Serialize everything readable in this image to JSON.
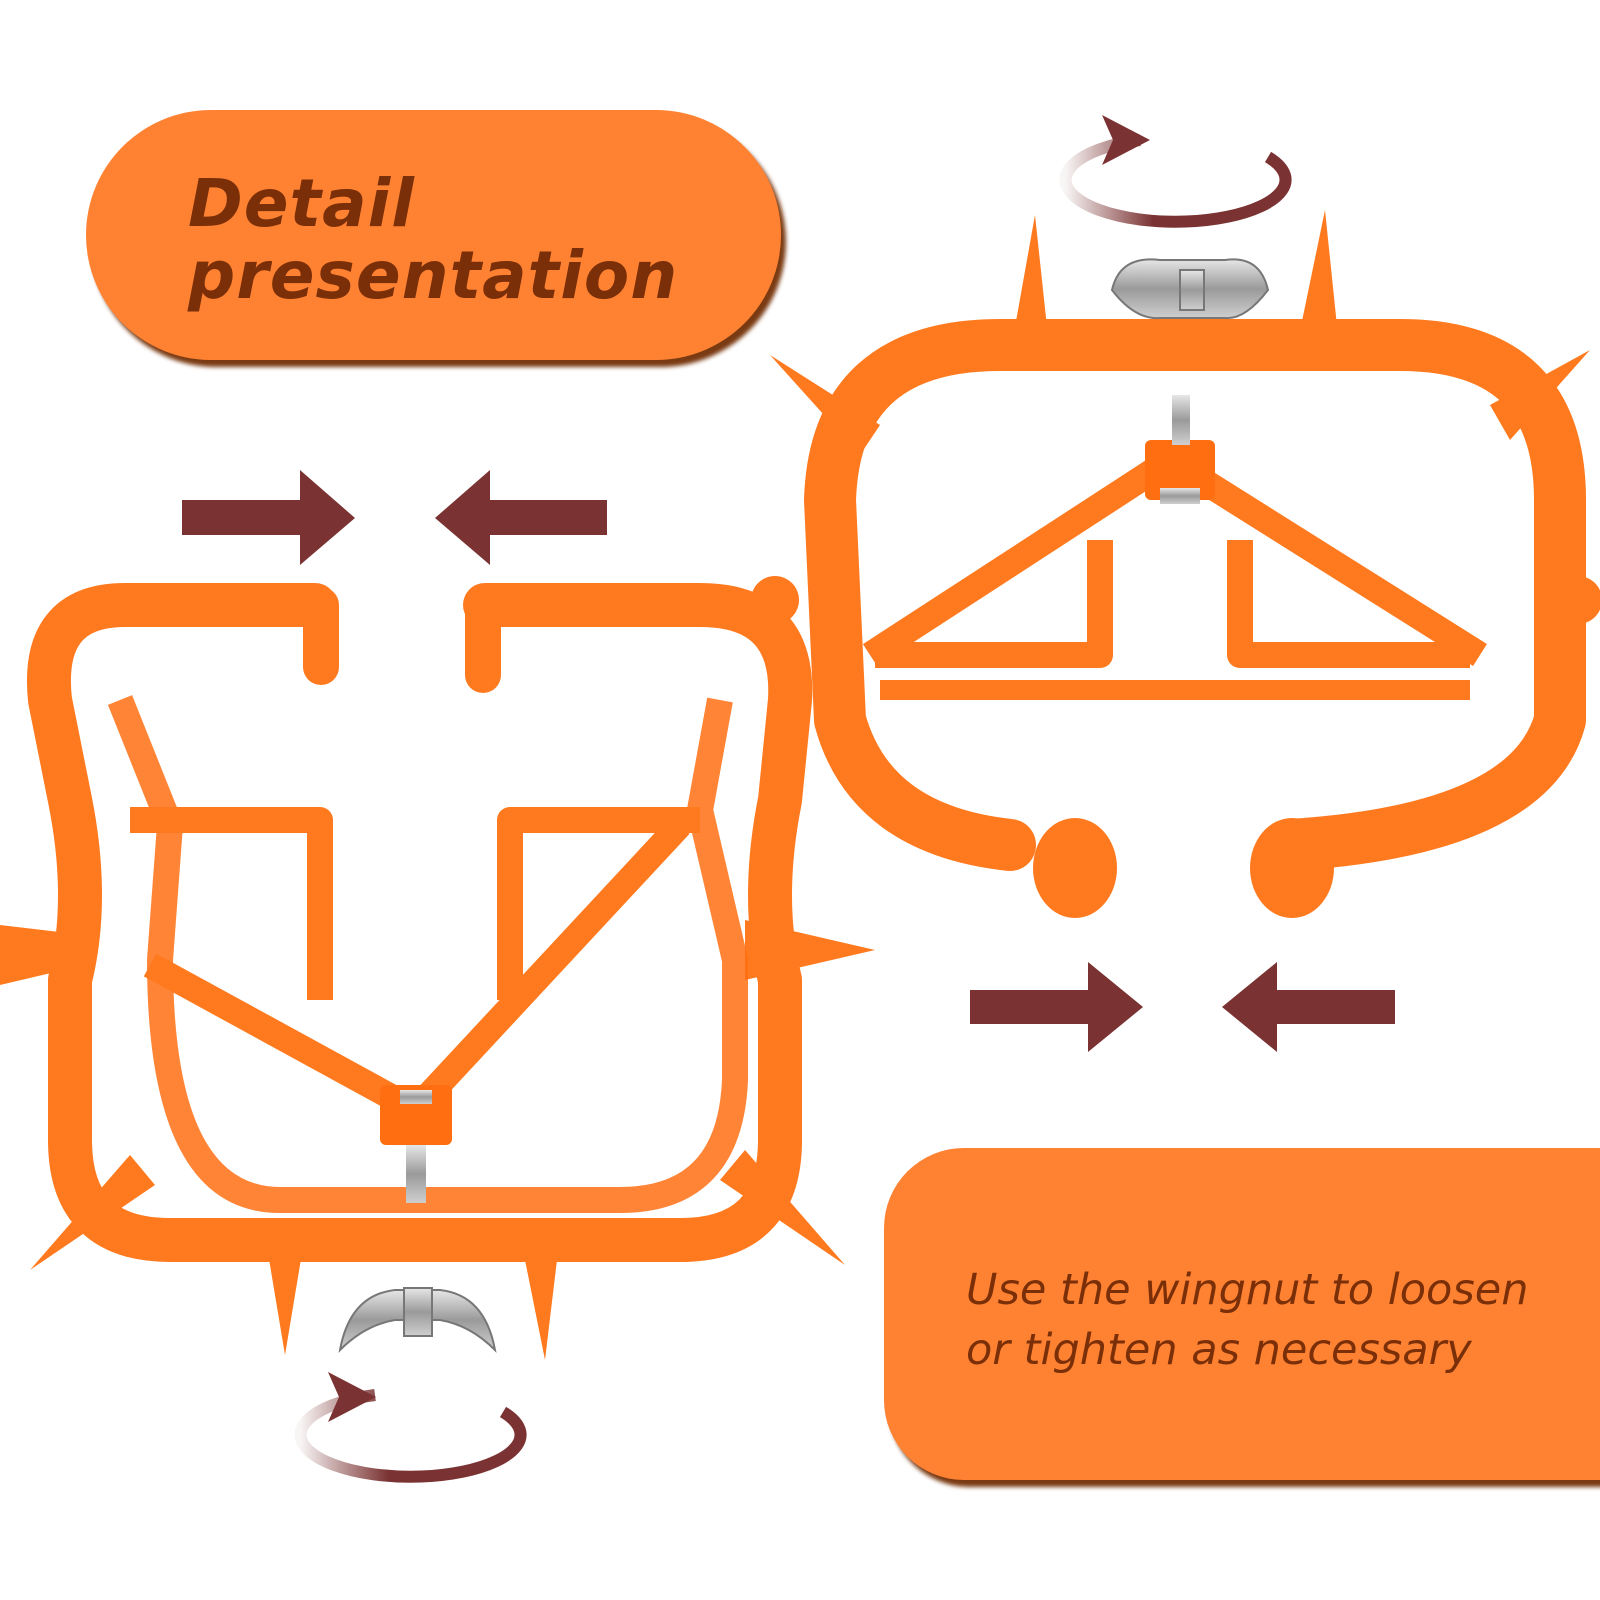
{
  "title": {
    "line1": "Detail",
    "line2": "presentation"
  },
  "instruction": {
    "line1": "Use the wingnut to loosen",
    "line2": "or tighten as necessary"
  },
  "colors": {
    "accent_orange": "#ff8233",
    "product_orange": "#ff7a1f",
    "arrow_brown": "#7a3232",
    "text_brown": "#7a2f08"
  },
  "icons": [
    "arrow-right-icon",
    "arrow-left-icon",
    "rotate-icon",
    "wingnut-icon"
  ]
}
